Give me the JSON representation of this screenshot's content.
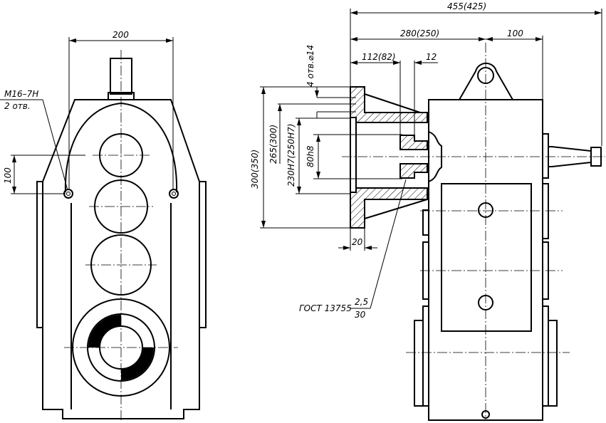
{
  "drawing": {
    "front_view": {
      "width_dim": "200",
      "thread_label": "M16–7H",
      "thread_count": "2 отв.",
      "hole_spacing_dim": "100"
    },
    "side_view": {
      "overall_length": "455(425)",
      "body_length": "280(250)",
      "shaft_length": "100",
      "flange_offset": "112(82)",
      "spline_offset": "12",
      "holes_label": "4 отв.⌀14",
      "flange_outer": "300(350)",
      "bolt_circle": "265(300)",
      "spigot": "230H7(250H7)",
      "shaft_dia": "80h8",
      "flange_thickness": "20",
      "standard": "ГОСТ 13755",
      "module": "2,5",
      "teeth": "30"
    }
  }
}
